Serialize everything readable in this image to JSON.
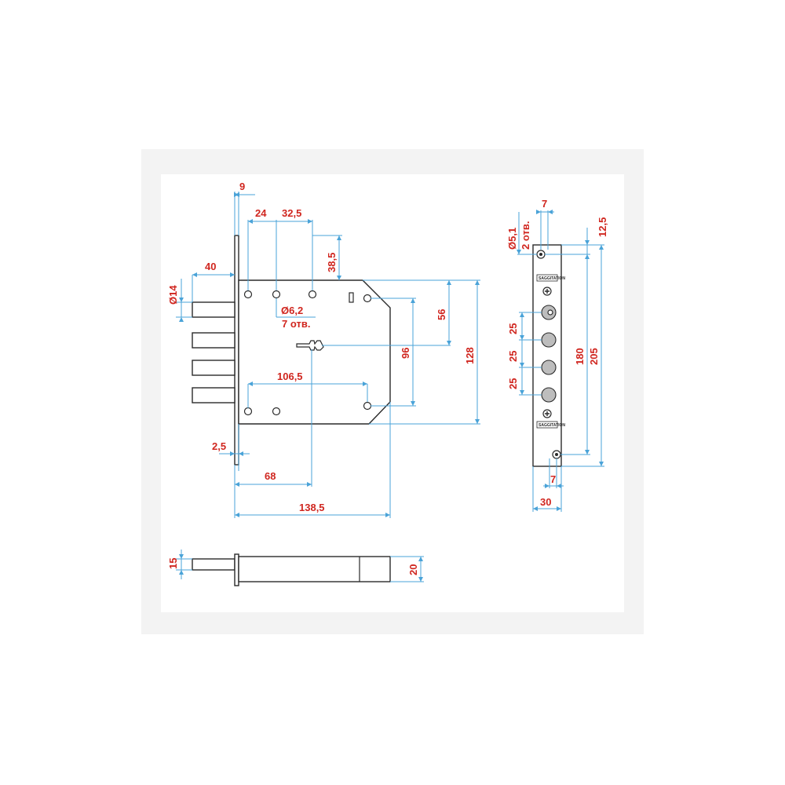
{
  "labels": {
    "left_9": "9",
    "left_24": "24",
    "left_32_5": "32,5",
    "left_38_5": "38,5",
    "left_40": "40",
    "left_d14": "Ø14",
    "left_d6_2": "Ø6,2",
    "left_7holes": "7 отв.",
    "left_56": "56",
    "left_96": "96",
    "left_128": "128",
    "left_106_5": "106,5",
    "left_2_5": "2,5",
    "left_68": "68",
    "left_138_5": "138,5",
    "bottom_15": "15",
    "bottom_20": "20",
    "right_7_top": "7",
    "right_d5_1": "Ø5,1",
    "right_2holes": "2 отв.",
    "right_12_5": "12,5",
    "right_25_a": "25",
    "right_25_b": "25",
    "right_25_c": "25",
    "right_180": "180",
    "right_205": "205",
    "right_7_bottom": "7",
    "right_30": "30"
  },
  "plate_marks": {
    "top": "SAGGITATION",
    "bottom": "SAGGITATION"
  },
  "colors": {
    "dimension_lines": "#4aa3d8",
    "dimension_text": "#d0261f",
    "outline": "#2a2a2a",
    "background_panel": "#f3f3f3",
    "cylinder_fill": "#bdbdbd"
  }
}
